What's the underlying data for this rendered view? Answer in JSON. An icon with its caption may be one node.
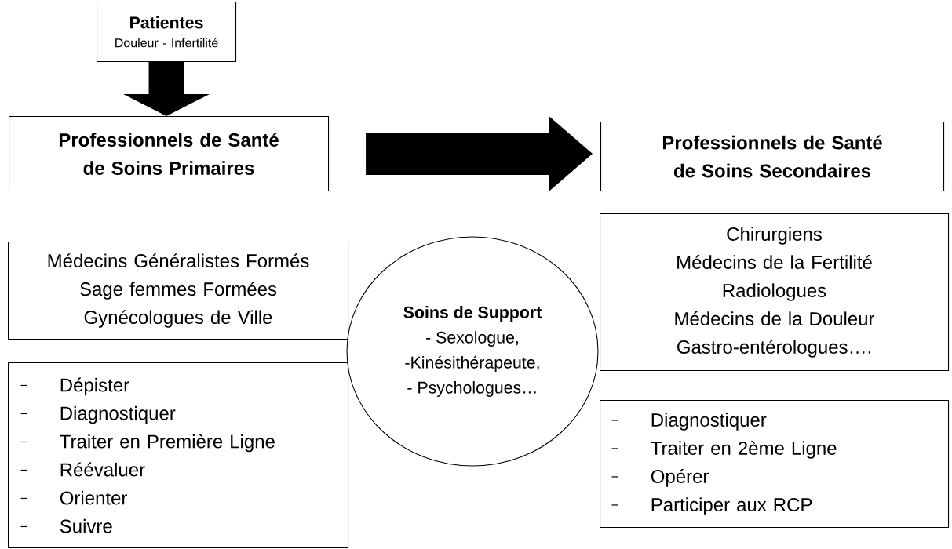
{
  "diagram": {
    "nodes": [
      {
        "text": [
          "Patientes",
          "Douleur - Infertilité"
        ]
      },
      {
        "text": [
          "Professionnels de Santé de Soins Primaires"
        ]
      },
      {
        "text": [
          "Professionnels de Santé de Soins Secondaires"
        ]
      },
      {
        "text": [
          "Médecins Généralistes Formés",
          "Sage femmes Formées",
          "Gynécologues de Ville"
        ]
      },
      {
        "text": [
          "Dépister",
          "Diagnostiquer",
          "Traiter en Première Ligne",
          "Réévaluer",
          "Orienter",
          "Suivre"
        ]
      },
      {
        "text": [
          "Soins de Support",
          "- Sexologue,",
          "-Kinésithérapeute,",
          "- Psychologues…"
        ]
      },
      {
        "text": [
          "Chirurgiens",
          "Médecins de la Fertilité",
          "Radiologues",
          "Médecins de la Douleur",
          "Gastro-entérologues…."
        ]
      },
      {
        "text": [
          "Diagnostiquer",
          "Traiter en 2ème Ligne",
          "Opérer",
          "Participer aux RCP"
        ]
      }
    ],
    "edges": [
      {
        "from": 0,
        "to": 1,
        "arrow": "to",
        "style": "thick"
      },
      {
        "from": 1,
        "to": 2,
        "arrow": "to",
        "style": "thick"
      }
    ]
  }
}
